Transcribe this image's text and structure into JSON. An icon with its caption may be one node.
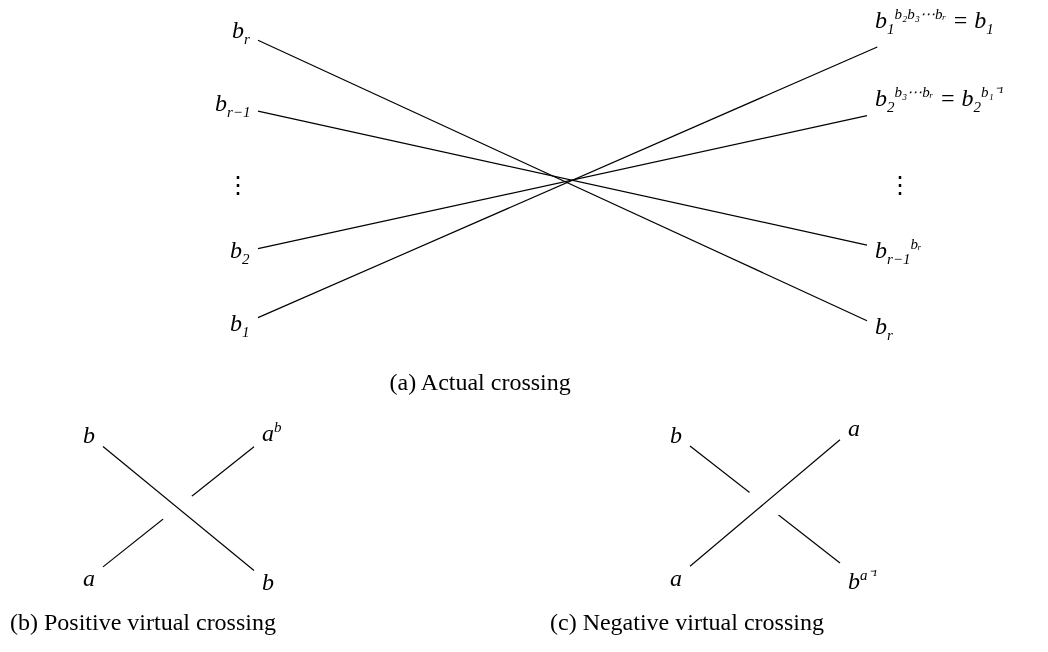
{
  "diagram": {
    "nodes": [
      {
        "text": [
          "b$_{r}$"
        ]
      },
      {
        "text": [
          "b$_{r−1}$"
        ]
      },
      {
        "text": [
          "b$_{2}$"
        ]
      },
      {
        "text": [
          "b$_{1}$"
        ]
      },
      {
        "text": [
          "b$_{1}$$^{b₂b₃⋯bᵣ}$ = b$_{1}$"
        ]
      },
      {
        "text": [
          "b$_{2}$$^{b₃⋯bᵣ}$ = b$_{2}$$^{b₁⁻¹}$"
        ]
      },
      {
        "text": [
          "b$_{r−1}$$^{bᵣ}$"
        ]
      },
      {
        "text": [
          "b$_{r}$"
        ]
      },
      {
        "text": [
          "b"
        ]
      },
      {
        "text": [
          "a$^{b}$"
        ]
      },
      {
        "text": [
          "a"
        ]
      },
      {
        "text": [
          "b"
        ]
      },
      {
        "text": [
          "b"
        ]
      },
      {
        "text": [
          "a"
        ]
      },
      {
        "text": [
          "a"
        ]
      },
      {
        "text": [
          "b$^{a⁻¹}$"
        ]
      }
    ],
    "edges": [
      {
        "from": 0,
        "to": 7,
        "arrow": "none"
      },
      {
        "from": 1,
        "to": 6,
        "arrow": "none"
      },
      {
        "from": 2,
        "to": 5,
        "arrow": "none"
      },
      {
        "from": 3,
        "to": 4,
        "arrow": "none"
      },
      {
        "from": 8,
        "to": 11,
        "arrow": "none"
      },
      {
        "from": 10,
        "to": 9,
        "arrow": "none"
      },
      {
        "from": 14,
        "to": 13,
        "arrow": "none"
      },
      {
        "from": 12,
        "to": 15,
        "arrow": "none"
      }
    ],
    "labels": [
      "⋮",
      "⋮",
      "(a) Actual crossing",
      "(b) Positive virtual crossing",
      "(c) Negative virtual crossing"
    ]
  }
}
